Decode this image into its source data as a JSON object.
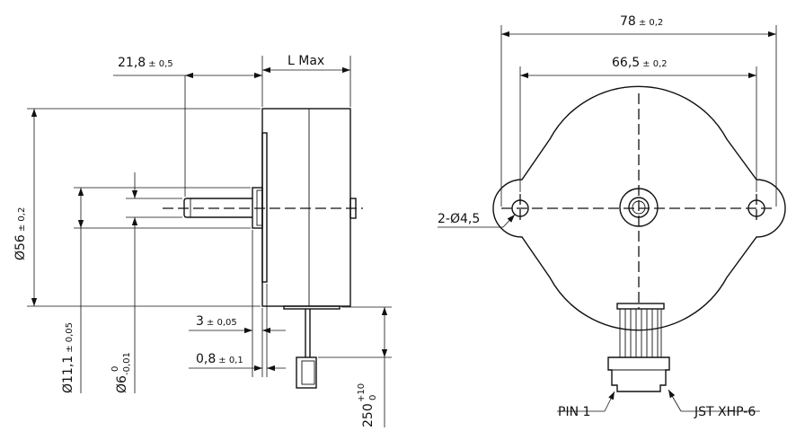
{
  "side_view": {
    "dim_shaft_length": {
      "value": "21,8",
      "tol": "± 0,5"
    },
    "dim_body_length": {
      "value": "L Max"
    },
    "dim_body_diameter": {
      "value": "Ø56",
      "tol": "± 0,2"
    },
    "dim_pilot_diameter": {
      "value": "Ø11,1",
      "tol": "± 0,05"
    },
    "dim_shaft_diameter": {
      "value": "Ø6",
      "tol_upper": "0",
      "tol_lower": "-0,01"
    },
    "dim_flange_thickness": {
      "value": "3",
      "tol": "± 0,05"
    },
    "dim_flange_plate": {
      "value": "0,8",
      "tol": "± 0,1"
    },
    "dim_cable_length": {
      "value": "250",
      "tol_upper": "+10",
      "tol_lower": "0"
    }
  },
  "front_view": {
    "dim_overall_width": {
      "value": "78",
      "tol": "± 0,2"
    },
    "dim_hole_spacing": {
      "value": "66,5",
      "tol": "± 0,2"
    },
    "dim_mount_holes": {
      "value": "2-Ø4,5"
    },
    "label_pin": "PIN 1",
    "label_connector": "JST XHP-6"
  },
  "colors": {
    "line": "#111111",
    "background": "#ffffff"
  }
}
